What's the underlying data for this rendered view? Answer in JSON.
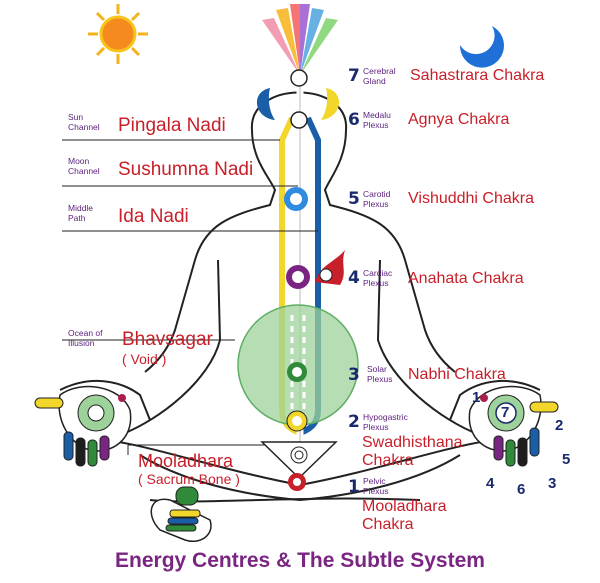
{
  "title": "Energy Centres & The Subtle System",
  "chakras": [
    {
      "number": "7",
      "plexus": "Cerebral Gland",
      "name": "Sahastrara Chakra"
    },
    {
      "number": "6",
      "plexus": "Medalu Plexus",
      "name": "Agnya Chakra"
    },
    {
      "number": "5",
      "plexus": "Carotid Plexus",
      "name": "Vishuddhi Chakra"
    },
    {
      "number": "4",
      "plexus": "Cardiac Plexus",
      "name": "Anahata Chakra"
    },
    {
      "number": "3",
      "plexus": "Solar Plexus",
      "name": "Nabhi Chakra"
    },
    {
      "number": "2",
      "plexus": "Hypogastric Plexus",
      "name": "Swadhisthana Chakra"
    },
    {
      "number": "1",
      "plexus": "Pelvic Plexus",
      "name": "Mooladhara Chakra"
    }
  ],
  "nadis": [
    {
      "caption": "Sun Channel",
      "name": "Pingala Nadi"
    },
    {
      "caption": "Moon Channel",
      "name": "Sushumna Nadi"
    },
    {
      "caption": "Middle Path",
      "name": "Ida Nadi"
    }
  ],
  "ocean": {
    "caption": "Ocean of Illusion",
    "name": "Bhavsagar",
    "sub": "( Void )"
  },
  "mooladhara_left": {
    "name": "Mooladhara",
    "sub": "( Sacrum Bone )"
  },
  "finger_numbers": [
    "1",
    "7",
    "2",
    "5",
    "3",
    "6",
    "4"
  ],
  "icons": [
    "sun-icon",
    "moon-icon"
  ],
  "colors": {
    "red": "#c8202a",
    "blue": "#1a5ea8",
    "yellow": "#f2d629",
    "green": "#9dd29a",
    "purple": "#7a2582"
  }
}
